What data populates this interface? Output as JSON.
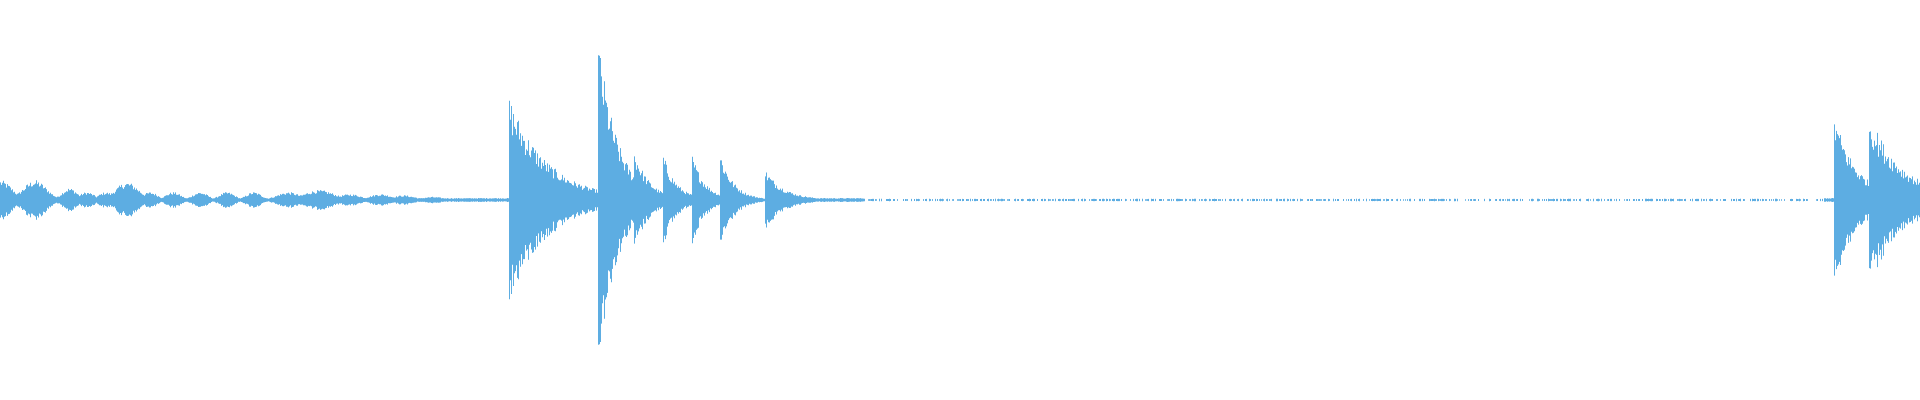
{
  "waveform": {
    "color": "#5DADE2",
    "normalized_amplitude_envelope": {
      "samples": 256,
      "baseline_level": 0.005,
      "events": [
        {
          "t": 0.0,
          "amp": 0.05,
          "decay": 0.006,
          "kind": "blip"
        },
        {
          "t": 0.018,
          "amp": 0.05,
          "decay": 0.006,
          "kind": "blip"
        },
        {
          "t": 0.036,
          "amp": 0.03,
          "decay": 0.004,
          "kind": "blip"
        },
        {
          "t": 0.045,
          "amp": 0.02,
          "decay": 0.004,
          "kind": "blip"
        },
        {
          "t": 0.055,
          "amp": 0.02,
          "decay": 0.004,
          "kind": "blip"
        },
        {
          "t": 0.066,
          "amp": 0.045,
          "decay": 0.006,
          "kind": "blip"
        },
        {
          "t": 0.078,
          "amp": 0.02,
          "decay": 0.004,
          "kind": "blip"
        },
        {
          "t": 0.09,
          "amp": 0.02,
          "decay": 0.004,
          "kind": "blip"
        },
        {
          "t": 0.104,
          "amp": 0.02,
          "decay": 0.004,
          "kind": "blip"
        },
        {
          "t": 0.118,
          "amp": 0.02,
          "decay": 0.004,
          "kind": "blip"
        },
        {
          "t": 0.132,
          "amp": 0.02,
          "decay": 0.004,
          "kind": "blip"
        },
        {
          "t": 0.15,
          "amp": 0.02,
          "decay": 0.006,
          "kind": "blip"
        },
        {
          "t": 0.166,
          "amp": 0.025,
          "decay": 0.008,
          "kind": "blip"
        },
        {
          "t": 0.182,
          "amp": 0.015,
          "decay": 0.006,
          "kind": "blip"
        },
        {
          "t": 0.198,
          "amp": 0.015,
          "decay": 0.006,
          "kind": "blip"
        },
        {
          "t": 0.21,
          "amp": 0.012,
          "decay": 0.006,
          "kind": "blip"
        },
        {
          "t": 0.225,
          "amp": 0.008,
          "decay": 0.006,
          "kind": "blip"
        },
        {
          "t": 0.247,
          "amp": 0.005,
          "decay": 0.006,
          "kind": "blip"
        },
        {
          "t": 0.265,
          "amp": 0.26,
          "decay": 0.02,
          "kind": "hit"
        },
        {
          "t": 0.311,
          "amp": 0.43,
          "decay": 0.01,
          "kind": "hit"
        },
        {
          "t": 0.33,
          "amp": 0.13,
          "decay": 0.008,
          "kind": "hit"
        },
        {
          "t": 0.345,
          "amp": 0.12,
          "decay": 0.007,
          "kind": "hit"
        },
        {
          "t": 0.36,
          "amp": 0.12,
          "decay": 0.007,
          "kind": "hit"
        },
        {
          "t": 0.375,
          "amp": 0.12,
          "decay": 0.007,
          "kind": "hit"
        },
        {
          "t": 0.398,
          "amp": 0.08,
          "decay": 0.01,
          "kind": "hit"
        },
        {
          "t": 0.955,
          "amp": 0.22,
          "decay": 0.012,
          "kind": "hit"
        },
        {
          "t": 0.973,
          "amp": 0.22,
          "decay": 0.018,
          "kind": "hit"
        }
      ]
    }
  }
}
